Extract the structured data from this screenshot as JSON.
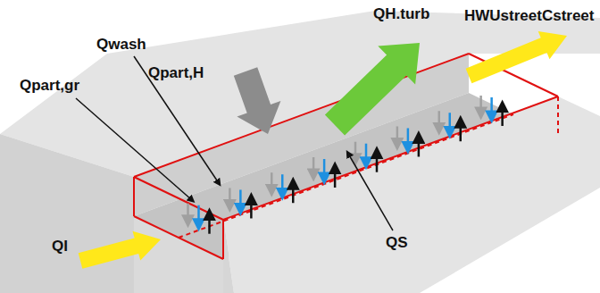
{
  "diagram": {
    "labels": [
      "QH.turb",
      "Qwash",
      "Qpart,gr",
      "Qpart,H",
      "HWUstreetCstreet",
      "QI",
      "QS"
    ]
  }
}
